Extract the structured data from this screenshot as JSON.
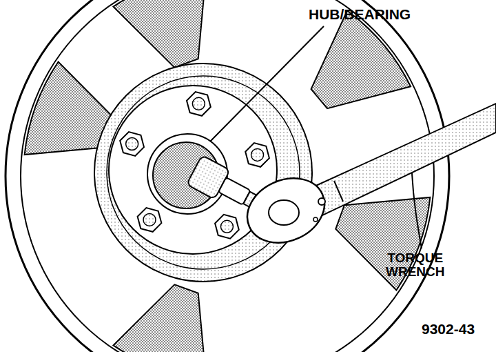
{
  "diagram": {
    "labels": [
      "HUB/BEARING",
      "TORQUE WRENCH",
      "9302-43"
    ]
  }
}
